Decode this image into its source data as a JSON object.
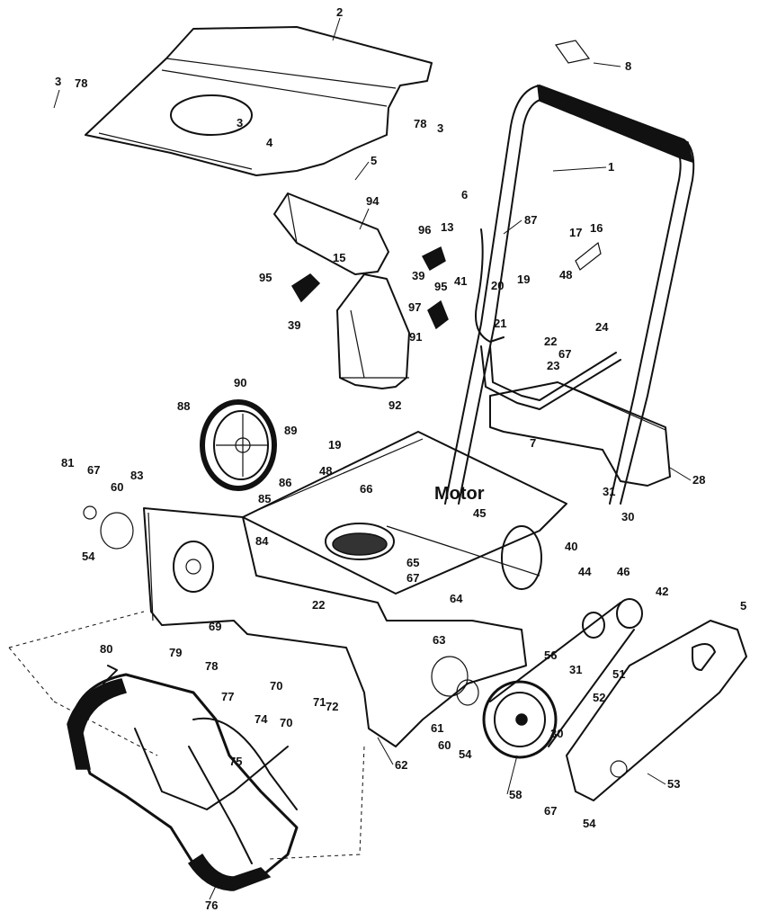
{
  "diagram": {
    "motor_label": "Motor",
    "callouts": [
      "2",
      "3",
      "78",
      "8",
      "78",
      "3",
      "3",
      "4",
      "5",
      "1",
      "6",
      "94",
      "96",
      "13",
      "87",
      "16",
      "17",
      "48",
      "15",
      "39",
      "95",
      "39",
      "95",
      "41",
      "20",
      "19",
      "97",
      "21",
      "22",
      "67",
      "23",
      "24",
      "91",
      "92",
      "90",
      "88",
      "89",
      "19",
      "48",
      "81",
      "67",
      "83",
      "60",
      "86",
      "66",
      "7",
      "28",
      "31",
      "30",
      "45",
      "54",
      "85",
      "84",
      "65",
      "67",
      "40",
      "44",
      "46",
      "42",
      "5",
      "22",
      "64",
      "69",
      "63",
      "80",
      "79",
      "78",
      "77",
      "70",
      "71",
      "72",
      "61",
      "56",
      "31",
      "51",
      "52",
      "74",
      "70",
      "60",
      "54",
      "30",
      "75",
      "62",
      "58",
      "67",
      "53",
      "54",
      "76"
    ]
  }
}
